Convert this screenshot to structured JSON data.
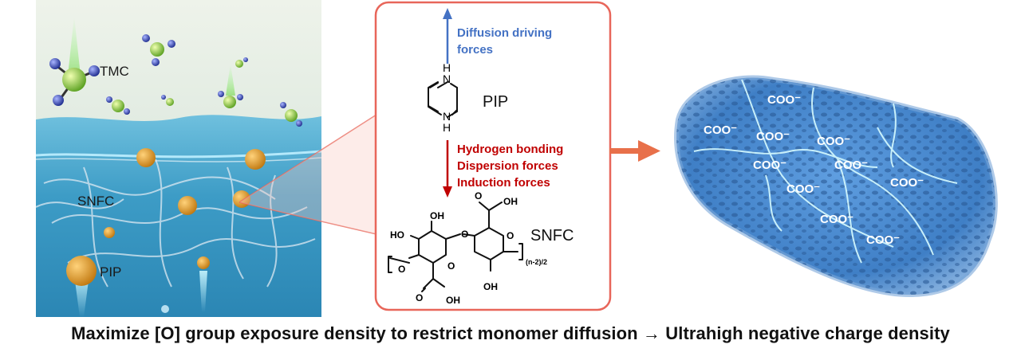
{
  "scene": {
    "labels": {
      "tmc": "TMC",
      "snfc": "SNFC",
      "pip": "PIP"
    }
  },
  "mechanism": {
    "driving": {
      "line1": "Diffusion driving",
      "line2": "forces",
      "color": "#4472c4"
    },
    "pip_label": "PIP",
    "pip_atom_n": "N",
    "pip_atom_h": "H",
    "interactions": {
      "items": [
        "Hydrogen bonding",
        "Dispersion forces",
        "Induction forces"
      ],
      "color": "#c00000"
    },
    "snfc_label": "SNFC",
    "snfc_atoms": {
      "oh": "OH",
      "ho": "HO",
      "o": "O",
      "ring_o": "O",
      "subscript": "(n-2)/2"
    },
    "box_border_color": "#e8665a"
  },
  "membrane": {
    "groups": [
      "COO⁻",
      "COO⁻",
      "COO⁻",
      "COO⁻",
      "COO⁻",
      "COO⁻",
      "COO⁻",
      "COO⁻",
      "COO⁻",
      "COO⁻"
    ]
  },
  "caption": "Maximize [O] group exposure density to restrict monomer diffusion → Ultrahigh negative charge density",
  "colors": {
    "arrow": "#e8704a",
    "water": "#3f9cc8",
    "membrane": "#4a86c8"
  }
}
